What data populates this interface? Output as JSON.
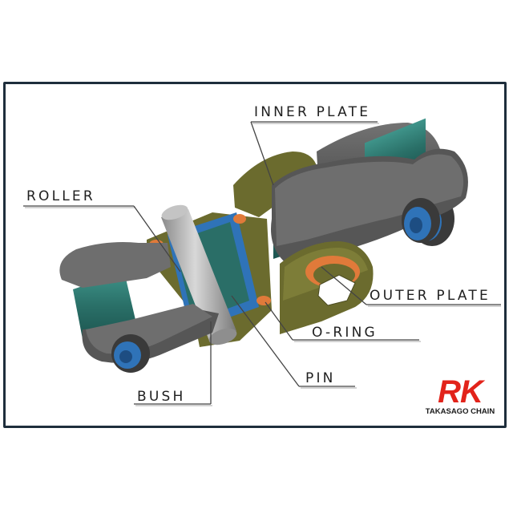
{
  "labels": {
    "inner_plate": "INNER PLATE",
    "roller": "ROLLER",
    "outer_plate": "OUTER PLATE",
    "o_ring": "O-RING",
    "pin": "PIN",
    "bush": "BUSH"
  },
  "brand": {
    "mark": "RK",
    "tagline": "TAKASAGO CHAIN",
    "color": "#e2231a"
  },
  "colors": {
    "plate": "#5a5a5a",
    "inner_plate": "#6b6b2e",
    "roller": "#2d7a72",
    "bush": "#2f73b8",
    "pin": "#a8a8a8",
    "o_ring": "#e07a3a"
  }
}
